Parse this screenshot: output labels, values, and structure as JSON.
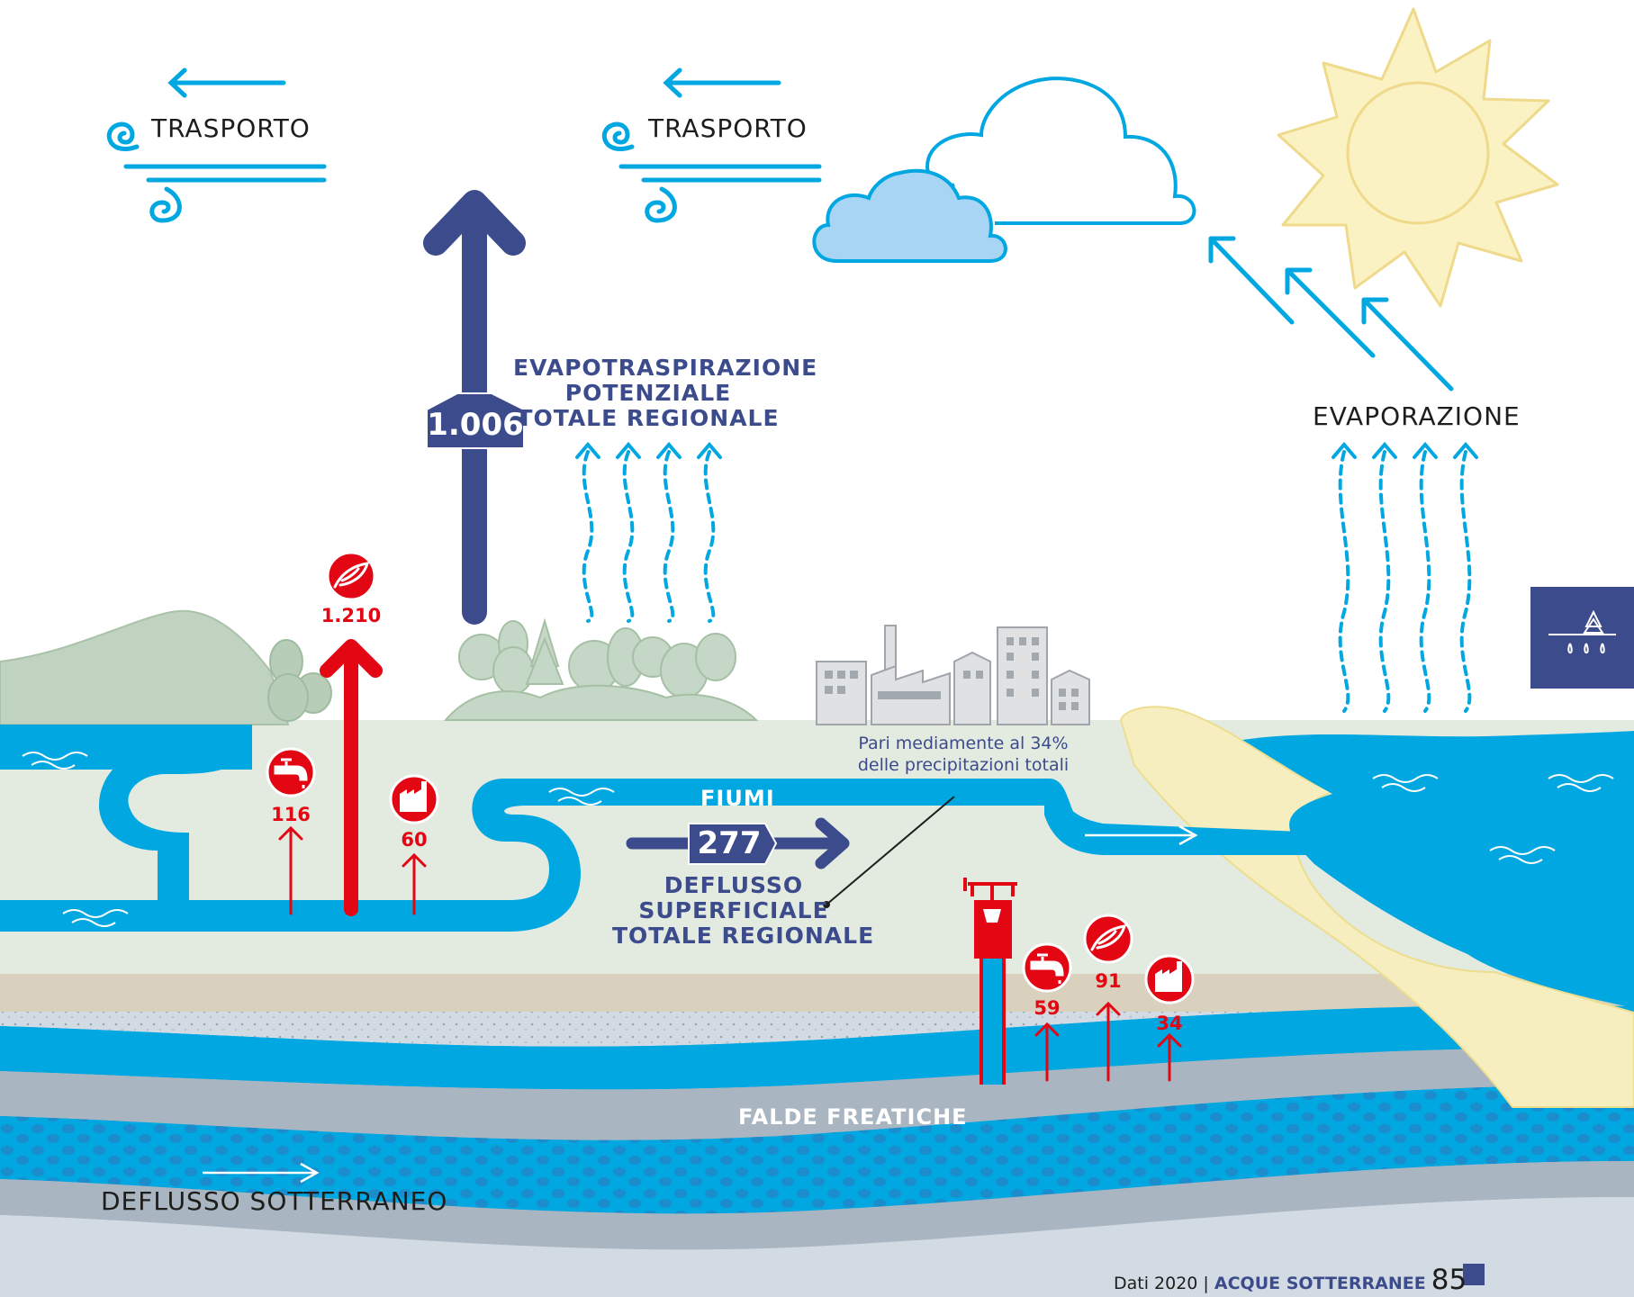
{
  "labels": {
    "transport_left": "TRASPORTO",
    "transport_mid": "TRASPORTO",
    "evapotranspiration": [
      "EVAPOTRASPIRAZIONE",
      "POTENZIALE",
      "TOTALE REGIONALE"
    ],
    "evapotranspiration_value": "1.006",
    "evaporation": "EVAPORAZIONE",
    "rivers": "FIUMI",
    "runoff_value": "277",
    "runoff": [
      "DEFLUSSO",
      "SUPERFICIALE",
      "TOTALE REGIONALE"
    ],
    "runoff_note": [
      "Pari mediamente al 34%",
      "delle precipitazioni totali"
    ],
    "aquifers": "FALDE FREATICHE",
    "groundwater_flow": "DEFLUSSO SOTTERRANEO"
  },
  "withdrawals": {
    "surface_irrigation": "1.210",
    "surface_civil": "116",
    "surface_industrial": "60",
    "ground_civil": "59",
    "ground_irrigation": "91",
    "ground_industrial": "34"
  },
  "footer": {
    "prefix": "Dati 2020 | ",
    "section": "ACQUE SOTTERRANEE",
    "page": "85"
  },
  "colors": {
    "water": "#00a7e1",
    "navy": "#3c4b8b",
    "red": "#e30613",
    "land": "#e3ebe1",
    "sand": "#f7eebf"
  }
}
